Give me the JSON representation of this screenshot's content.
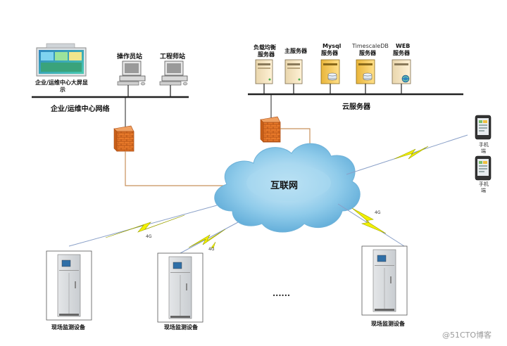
{
  "enterprise": {
    "big_screen_label_line1": "企业/运维中心大屏显",
    "big_screen_label_line2": "示",
    "operator_label": "操作员站",
    "engineer_label": "工程师站",
    "network_label": "企业/运维中心网络"
  },
  "cloud": {
    "lb_line1": "负载均衡",
    "lb_line2": "服务器",
    "main_line1": "主服务器",
    "mysql_line1": "Mysql",
    "mysql_line2": "服务器",
    "tsdb_line1": "TimescaleDB",
    "tsdb_line2": "服务器",
    "web_line1": "WEB",
    "web_line2": "服务器",
    "cloud_label": "云服务器"
  },
  "internet_label": "互联网",
  "phones": [
    {
      "line1": "手机",
      "line2": "端"
    },
    {
      "line1": "手机",
      "line2": "端"
    }
  ],
  "field": {
    "device1_label": "现场监测设备",
    "device2_label": "现场监测设备",
    "device3_label": "现场监测设备",
    "ellipsis": "......"
  },
  "link_labels": {
    "left": "4G",
    "middle": "4G",
    "right": "4G"
  },
  "watermark": "@51CTO博客",
  "colors": {
    "bolt": "#f2f000",
    "bolt_stroke": "#9aa000",
    "cloud": "#7ec2e6",
    "link_line": "#c8905a",
    "firewall": "#e8792a",
    "server_body": "#f3d9a4",
    "server_highlight": "#f5c84a"
  }
}
